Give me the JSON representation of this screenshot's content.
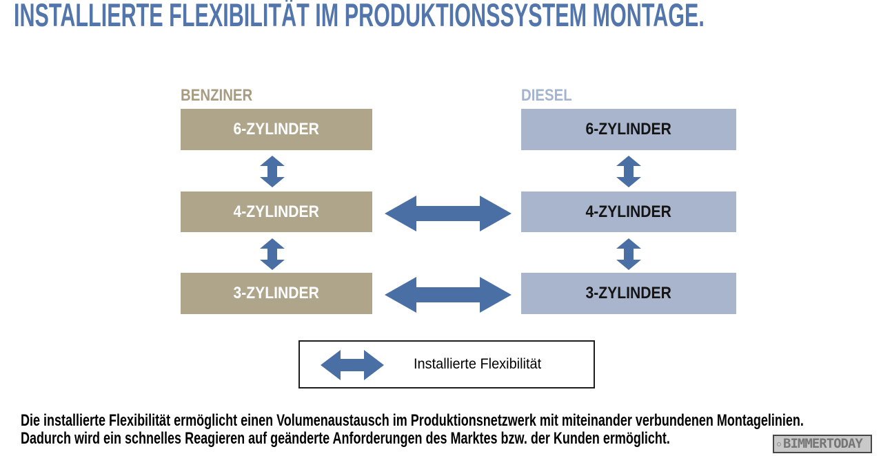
{
  "title": "INSTALLIERTE FLEXIBILITÄT IM PRODUKTIONSSYSTEM MONTAGE.",
  "diagram": {
    "columns": [
      {
        "id": "benziner",
        "label": "BENZINER",
        "boxes": [
          "6-ZYLINDER",
          "4-ZYLINDER",
          "3-ZYLINDER"
        ]
      },
      {
        "id": "diesel",
        "label": "DIESEL",
        "boxes": [
          "6-ZYLINDER",
          "4-ZYLINDER",
          "3-ZYLINDER"
        ]
      }
    ],
    "connections": {
      "vertical_swaps": [
        "benziner 6↔4",
        "benziner 4↔3",
        "diesel 6↔4",
        "diesel 4↔3"
      ],
      "horizontal_swaps": [
        "4-ZYLINDER benziner↔diesel",
        "3-ZYLINDER benziner↔diesel"
      ]
    }
  },
  "legend": {
    "label": "Installierte Flexibilität"
  },
  "footer": {
    "line1": "Die installierte Flexibilität ermöglicht einen Volumenaustausch im Produktionsnetzwerk mit miteinander verbundenen Montagelinien.",
    "line2": "Dadurch wird ein schnelles Reagieren auf geänderte Anforderungen des Marktes bzw. der Kunden ermöglicht."
  },
  "watermark": "BIMMERTODAY",
  "colors": {
    "title_blue": "#5276ac",
    "arrow_blue": "#4a6fa4",
    "benziner_box": "#afa58b",
    "benziner_label": "#a79c81",
    "benziner_text": "#ffffff",
    "diesel_box": "#a8b5cc",
    "diesel_label": "#a5b4ce",
    "diesel_text": "#141414",
    "footer_text": "#000000"
  }
}
